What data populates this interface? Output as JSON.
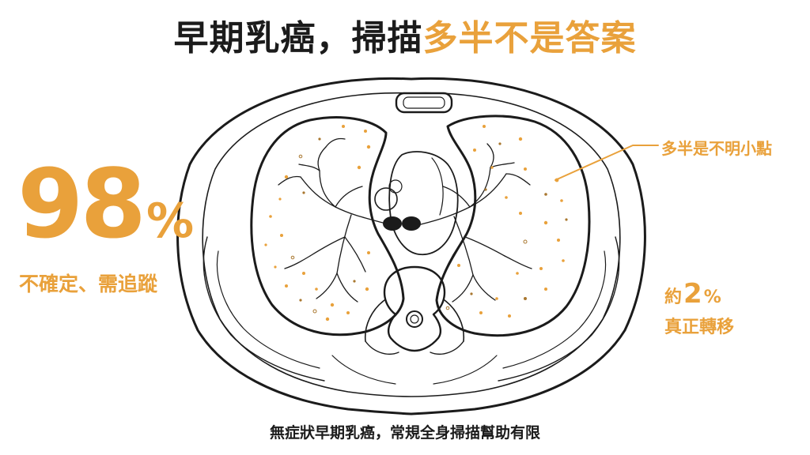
{
  "title": {
    "part1": "早期乳癌，掃描",
    "part2": "多半不是答案"
  },
  "left_stat": {
    "value": "98",
    "symbol": "%",
    "caption": "不確定、需追蹤"
  },
  "right_callout_top": "多半是不明小點",
  "right_stat": {
    "prefix": "約",
    "value": "2",
    "symbol": "%",
    "caption": "真正轉移"
  },
  "bottom_caption": "無症狀早期乳癌，常規全身掃描幫助有限",
  "colors": {
    "accent": "#e9a13b",
    "ink": "#1b1b1b",
    "dot_brown": "#a9772f"
  }
}
